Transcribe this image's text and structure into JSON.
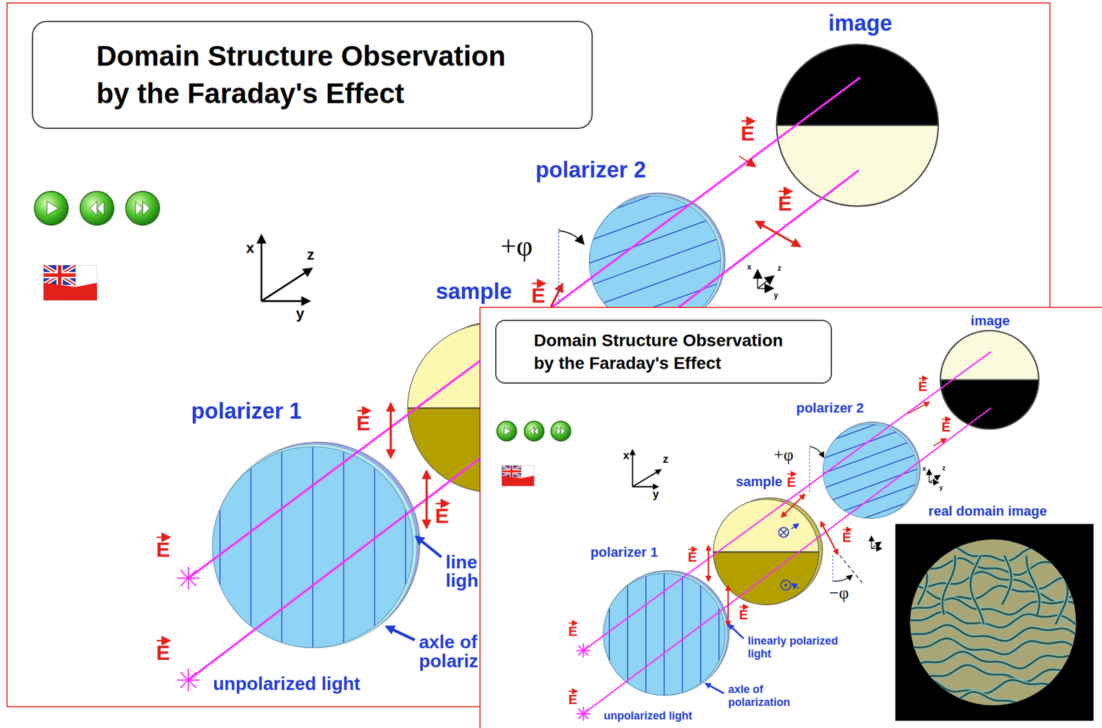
{
  "diagram": {
    "nodes": [
      {
        "text": [
          "Domain Structure Observation by the Faraday's Effect"
        ]
      },
      {
        "text": [
          "Domain Structure Observation by the Faraday's Effect"
        ]
      }
    ],
    "labels": [
      "image",
      "polarizer 2",
      "+φ",
      "sample",
      "polarizer 1",
      "x",
      "z",
      "y",
      "x",
      "z",
      "y",
      "E",
      "E",
      "E",
      "E",
      "E",
      "E",
      "E",
      "line",
      "ligh",
      "axle of",
      "polariz",
      "unpolarized light",
      "image",
      "polarizer 2",
      "+φ",
      "sample",
      "polarizer 1",
      "−φ",
      "real domain image",
      "x",
      "z",
      "y",
      "x",
      "z",
      "y",
      "E",
      "E",
      "E",
      "E",
      "E",
      "E",
      "E",
      "E",
      "linearly polarized light",
      "axle of polarization",
      "unpolarized light"
    ]
  }
}
